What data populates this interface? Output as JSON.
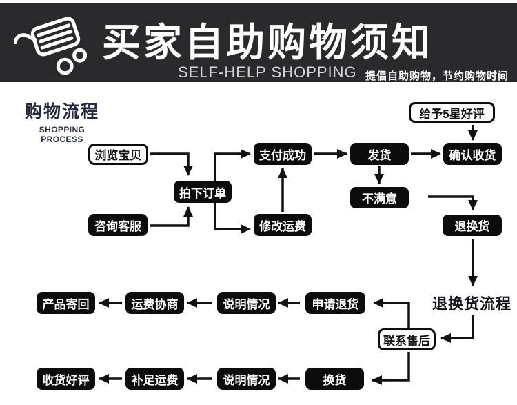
{
  "banner": {
    "title": "买家自助购物须知",
    "subtitle": "SELF-HELP SHOPPING",
    "tagline": "提倡自助购物，节约购物时间",
    "icon": "shopping-cart-icon",
    "bg_color": "#2a2a2d",
    "text_color": "#ffffff"
  },
  "sections": {
    "shopping_process": {
      "title": "购物流程",
      "subtitle": "SHOPPING PROCESS"
    },
    "return_process": {
      "title": "退换货流程"
    }
  },
  "nodes": [
    {
      "id": "browse-items",
      "label": "浏览宝贝",
      "variant": "outline"
    },
    {
      "id": "consult-service",
      "label": "咨询客服",
      "variant": "solid"
    },
    {
      "id": "place-order",
      "label": "拍下订单",
      "variant": "solid"
    },
    {
      "id": "payment-success",
      "label": "支付成功",
      "variant": "solid"
    },
    {
      "id": "modify-shipping-fee",
      "label": "修改运费",
      "variant": "solid"
    },
    {
      "id": "ship-goods",
      "label": "发货",
      "variant": "solid"
    },
    {
      "id": "unsatisfied",
      "label": "不满意",
      "variant": "solid"
    },
    {
      "id": "confirm-receipt",
      "label": "确认收货",
      "variant": "solid"
    },
    {
      "id": "five-star-review",
      "label": "给予5星好评",
      "variant": "outline"
    },
    {
      "id": "return-exchange",
      "label": "退换货",
      "variant": "solid"
    },
    {
      "id": "apply-return",
      "label": "申请退货",
      "variant": "solid"
    },
    {
      "id": "explain-situation-return",
      "label": "说明情况",
      "variant": "solid"
    },
    {
      "id": "shipping-fee-negotiation",
      "label": "运费协商",
      "variant": "solid"
    },
    {
      "id": "send-product-back",
      "label": "产品寄回",
      "variant": "solid"
    },
    {
      "id": "contact-after-sales",
      "label": "联系售后",
      "variant": "outline"
    },
    {
      "id": "exchange-goods",
      "label": "换货",
      "variant": "solid"
    },
    {
      "id": "explain-situation-exchange",
      "label": "说明情况",
      "variant": "solid"
    },
    {
      "id": "make-up-shipping-fee",
      "label": "补足运费",
      "variant": "solid"
    },
    {
      "id": "receive-goods-good-review",
      "label": "收货好评",
      "variant": "solid"
    }
  ],
  "edges": [
    {
      "from": "浏览宝贝",
      "to": "拍下订单"
    },
    {
      "from": "咨询客服",
      "to": "拍下订单"
    },
    {
      "from": "拍下订单",
      "to": "支付成功"
    },
    {
      "from": "拍下订单",
      "to": "修改运费"
    },
    {
      "from": "修改运费",
      "to": "支付成功"
    },
    {
      "from": "支付成功",
      "to": "发货"
    },
    {
      "from": "发货",
      "to": "确认收货"
    },
    {
      "from": "给予5星好评",
      "to": "确认收货"
    },
    {
      "from": "发货",
      "to": "不满意"
    },
    {
      "from": "不满意",
      "to": "退换货"
    },
    {
      "from": "退换货",
      "to": "退换货流程"
    },
    {
      "from": "退换货流程",
      "to": "联系售后"
    },
    {
      "from": "联系售后",
      "to": "申请退货"
    },
    {
      "from": "申请退货",
      "to": "说明情况"
    },
    {
      "from": "说明情况",
      "to": "运费协商"
    },
    {
      "from": "运费协商",
      "to": "产品寄回"
    },
    {
      "from": "联系售后",
      "to": "换货"
    },
    {
      "from": "换货",
      "to": "说明情况"
    },
    {
      "from": "说明情况",
      "to": "补足运费"
    },
    {
      "from": "补足运费",
      "to": "收货好评"
    }
  ],
  "colors": {
    "banner_bg": "#2a2a2d",
    "node_solid_bg": "#0c0c0c",
    "node_solid_text": "#ffffff",
    "node_outline_border": "#0c0c0c",
    "arrow": "#111111",
    "section_title": "#262a3a"
  }
}
